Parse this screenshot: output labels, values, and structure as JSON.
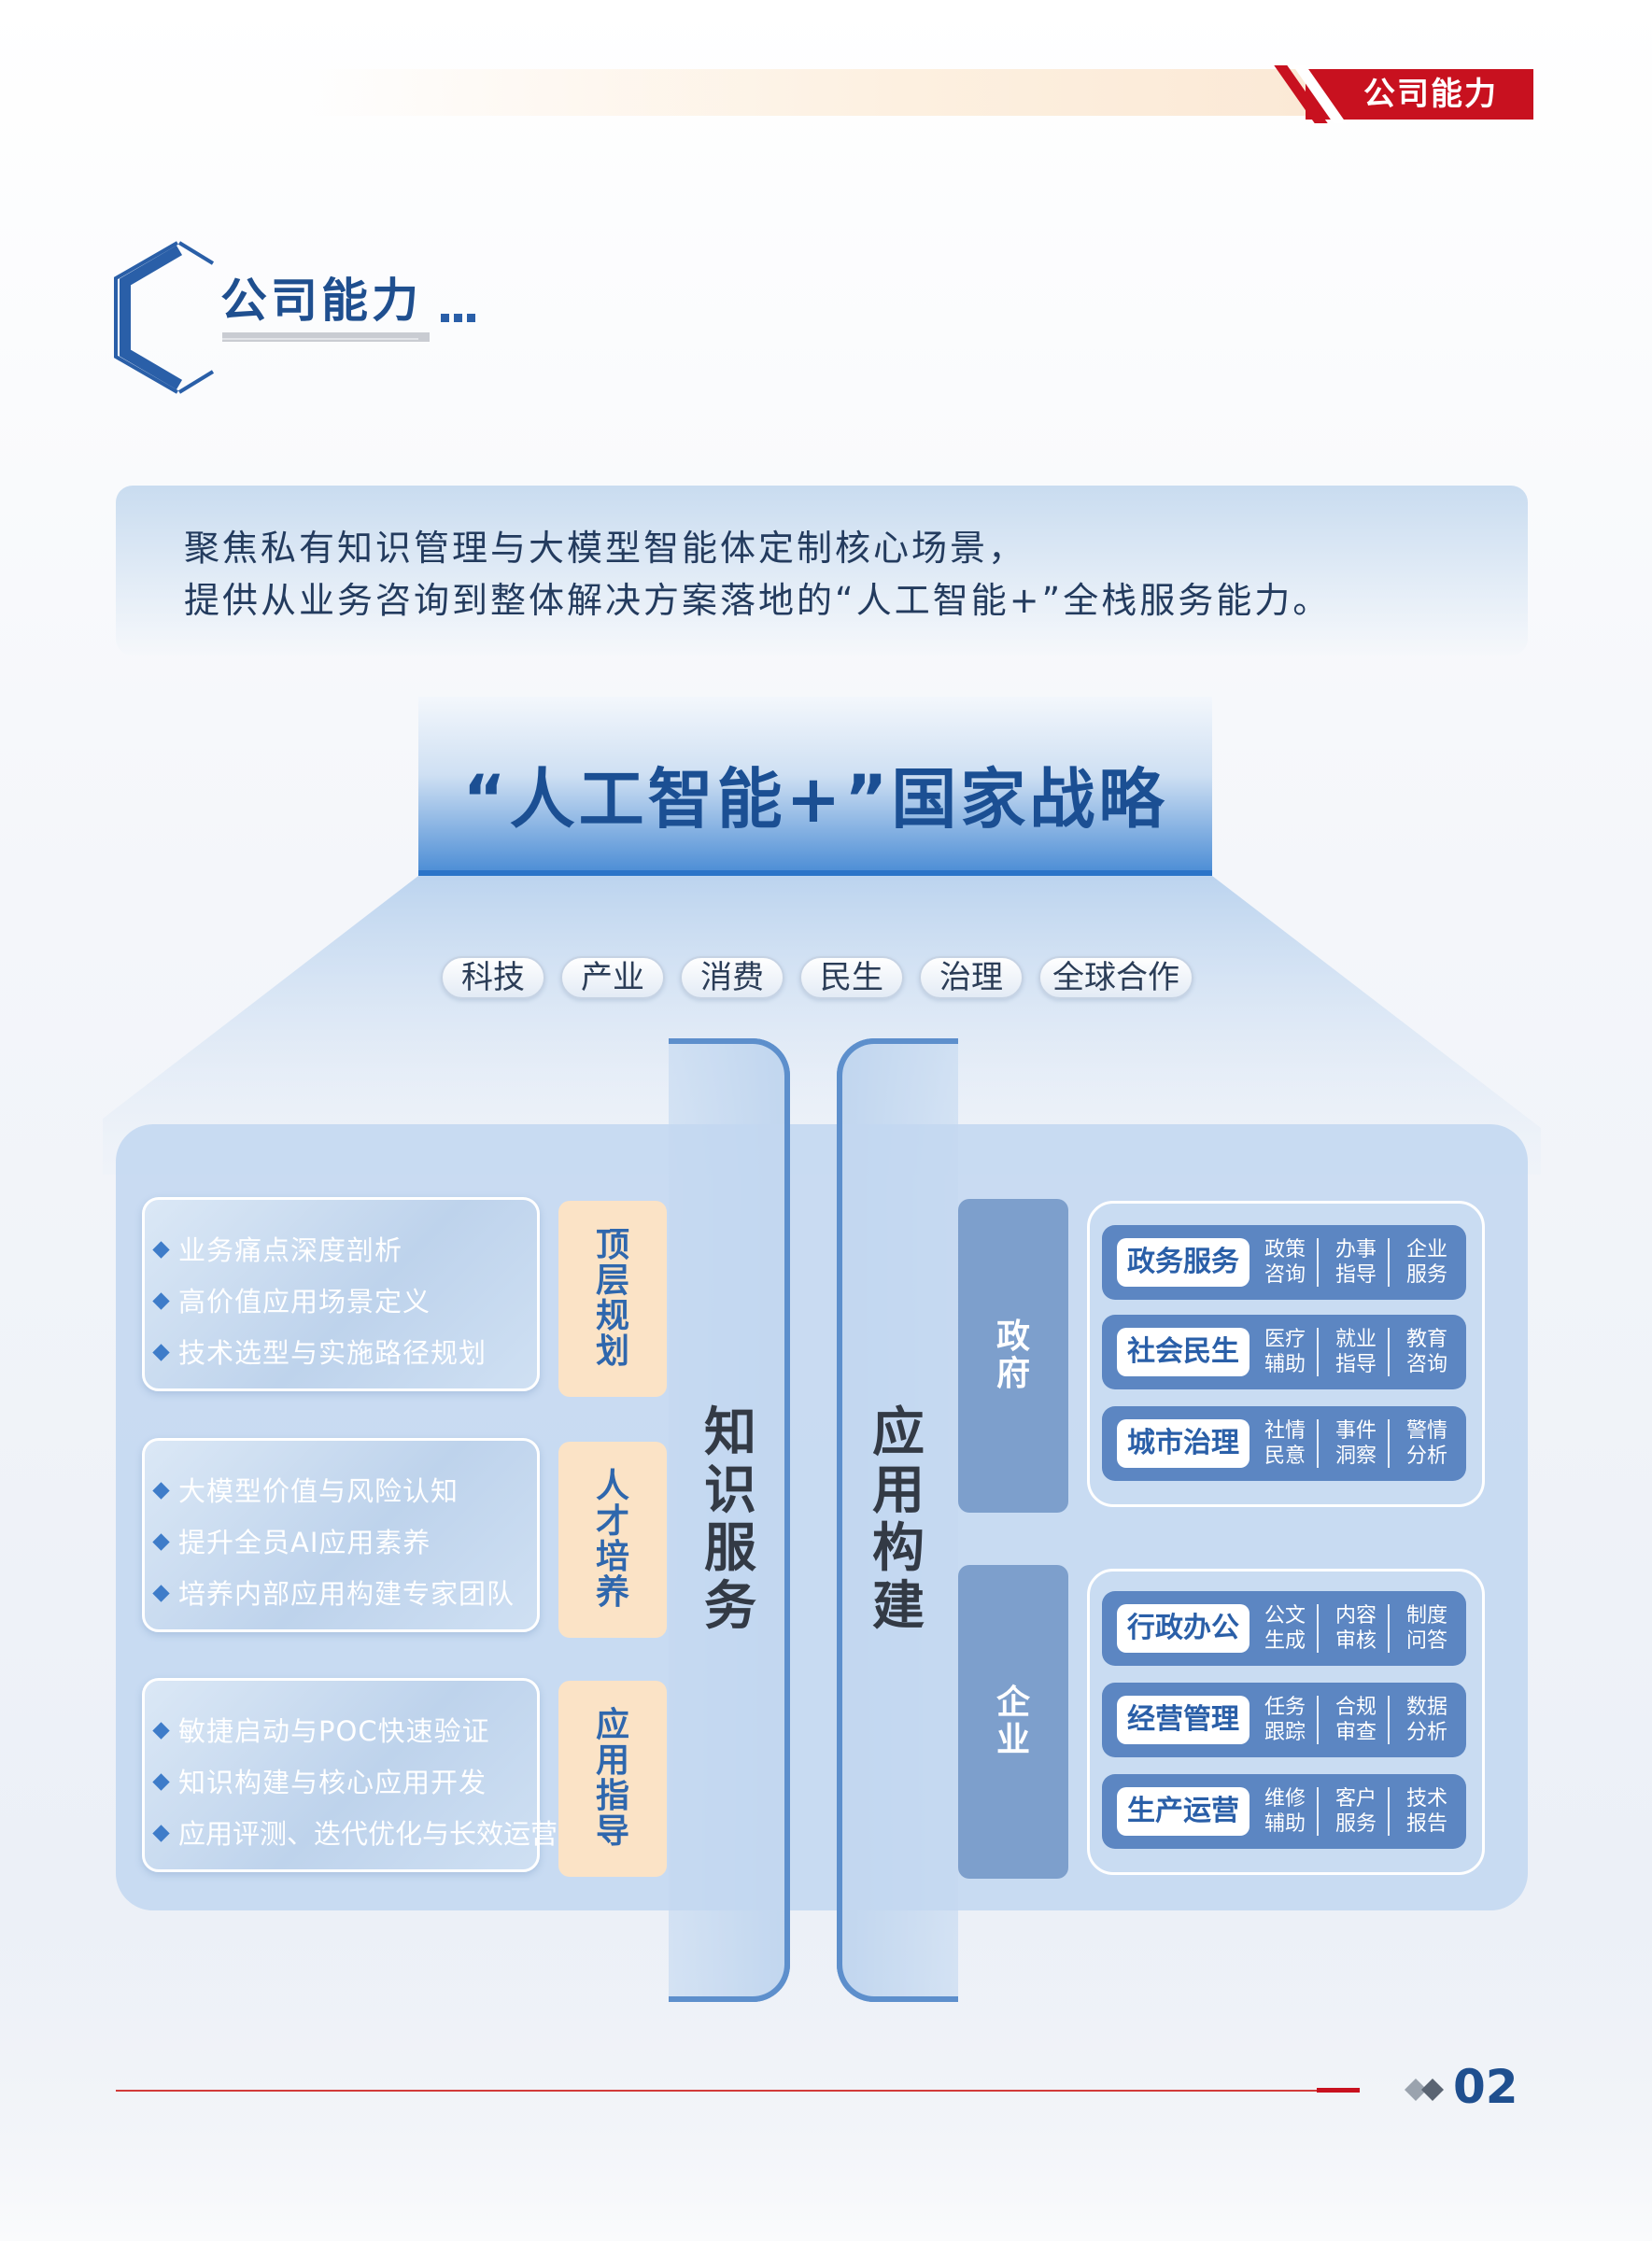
{
  "header": {
    "section_tag": "公司能力"
  },
  "title": {
    "text": "公司能力"
  },
  "intro": {
    "line1": "聚焦私有知识管理与大模型智能体定制核心场景，",
    "line2": "提供从业务咨询到整体解决方案落地的“人工智能+”全栈服务能力。"
  },
  "strategy": {
    "title": "“人工智能+”国家战略",
    "fields": [
      "科技",
      "产业",
      "消费",
      "民生",
      "治理",
      "全球合作"
    ]
  },
  "knowledge_service": {
    "title": "知识服务",
    "groups": [
      {
        "tag": "顶层规划",
        "items": [
          "业务痛点深度剖析",
          "高价值应用场景定义",
          "技术选型与实施路径规划"
        ]
      },
      {
        "tag": "人才培养",
        "items": [
          "大模型价值与风险认知",
          "提升全员AI应用素养",
          "培养内部应用构建专家团队"
        ]
      },
      {
        "tag": "应用指导",
        "items": [
          "敏捷启动与POC快速验证",
          "知识构建与核心应用开发",
          "应用评测、迭代优化与长效运营"
        ]
      }
    ]
  },
  "application_build": {
    "title": "应用构建",
    "sectors": [
      {
        "name": "政府",
        "rows": [
          {
            "label": "政务服务",
            "cells": [
              "政策咨询",
              "办事指导",
              "企业服务"
            ]
          },
          {
            "label": "社会民生",
            "cells": [
              "医疗辅助",
              "就业指导",
              "教育咨询"
            ]
          },
          {
            "label": "城市治理",
            "cells": [
              "社情民意",
              "事件洞察",
              "警情分析"
            ]
          }
        ]
      },
      {
        "name": "企业",
        "rows": [
          {
            "label": "行政办公",
            "cells": [
              "公文生成",
              "内容审核",
              "制度问答"
            ]
          },
          {
            "label": "经营管理",
            "cells": [
              "任务跟踪",
              "合规审查",
              "数据分析"
            ]
          },
          {
            "label": "生产运营",
            "cells": [
              "维修辅助",
              "客户服务",
              "技术报告"
            ]
          }
        ]
      }
    ]
  },
  "footer": {
    "page_number": "02"
  },
  "colors": {
    "brand_red": "#c8111f",
    "brand_blue": "#1f4f8f",
    "tag_orange": "#fbe3c6"
  }
}
